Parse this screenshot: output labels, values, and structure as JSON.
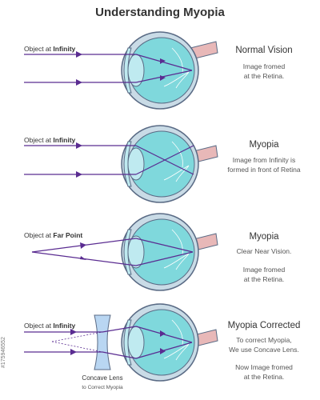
{
  "title": "Understanding Myopia",
  "colors": {
    "ray": "#5a2c91",
    "eye_fill": "#7fd8dc",
    "eye_outline": "#5a6b85",
    "sclera": "#c9dbe6",
    "lens": "#bfeaf0",
    "retina_vessels": "#ffffff",
    "optic_nerve": "#e8b8b8"
  },
  "panels": [
    {
      "object_prefix": "Object at",
      "object_bold": "Infinity",
      "heading": "Normal Vision",
      "lines": [
        "Image fromed",
        "at the Retina."
      ]
    },
    {
      "object_prefix": "Object at",
      "object_bold": "Infinity",
      "heading": "Myopia",
      "lines": [
        "Image from Infinity is",
        "formed in front of Retina"
      ]
    },
    {
      "object_prefix": "Object at",
      "object_bold": "Far Point",
      "heading": "Myopia",
      "lines": [
        "Clear Near Vision.",
        "",
        "Image fromed",
        "at the Retina."
      ]
    },
    {
      "object_prefix": "Object at",
      "object_bold": "Infinity",
      "heading": "Myopia Corrected",
      "lines": [
        "To correct Myopia,",
        "We use Concave Lens.",
        "",
        "Now Image fromed",
        "at the Retina."
      ]
    }
  ],
  "lens_caption": "Concave Lens",
  "lens_subcaption": "to Correct Myopia",
  "stock_id": "#175946552"
}
